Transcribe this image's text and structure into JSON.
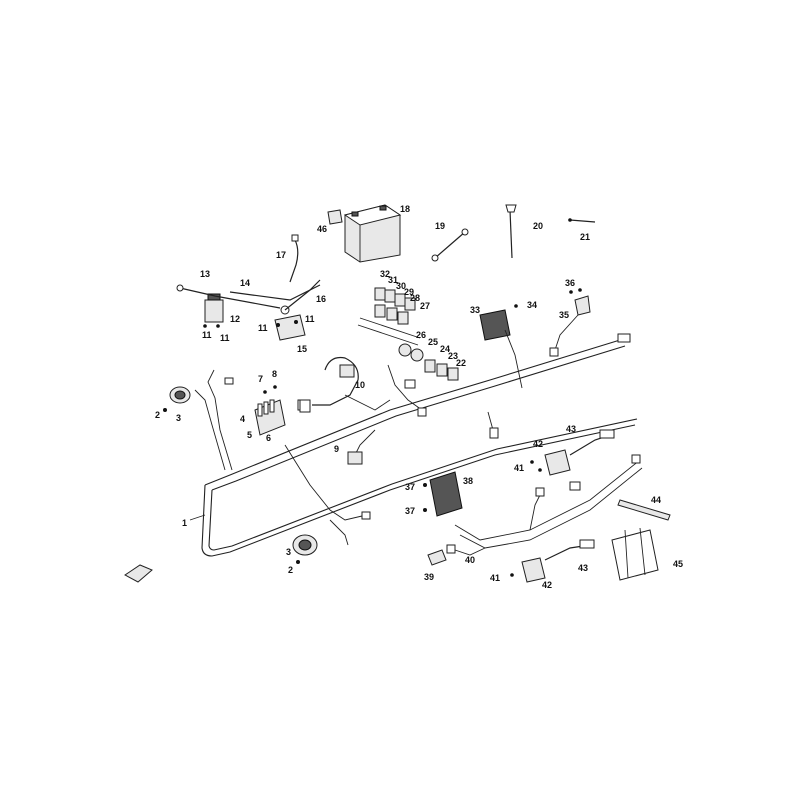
{
  "diagram": {
    "callouts": {
      "c1": "1",
      "c2a": "2",
      "c2b": "2",
      "c3a": "3",
      "c3b": "3",
      "c4": "4",
      "c5": "5",
      "c6": "6",
      "c7": "7",
      "c8": "8",
      "c9": "9",
      "c10": "10",
      "c11a": "11",
      "c11b": "11",
      "c11c": "11",
      "c11d": "11",
      "c12": "12",
      "c13": "13",
      "c14": "14",
      "c15": "15",
      "c16": "16",
      "c17": "17",
      "c18": "18",
      "c19": "19",
      "c20": "20",
      "c21": "21",
      "c22": "22",
      "c23": "23",
      "c24": "24",
      "c25": "25",
      "c26": "26",
      "c27": "27",
      "c28": "28",
      "c29": "29",
      "c30": "30",
      "c31": "31",
      "c32": "32",
      "c33": "33",
      "c34": "34",
      "c35": "35",
      "c36": "36",
      "c37a": "37",
      "c37b": "37",
      "c38": "38",
      "c39": "39",
      "c40": "40",
      "c41a": "41",
      "c41b": "41",
      "c42a": "42",
      "c42b": "42",
      "c43a": "43",
      "c43b": "43",
      "c44": "44",
      "c45": "45",
      "c46": "46"
    }
  }
}
